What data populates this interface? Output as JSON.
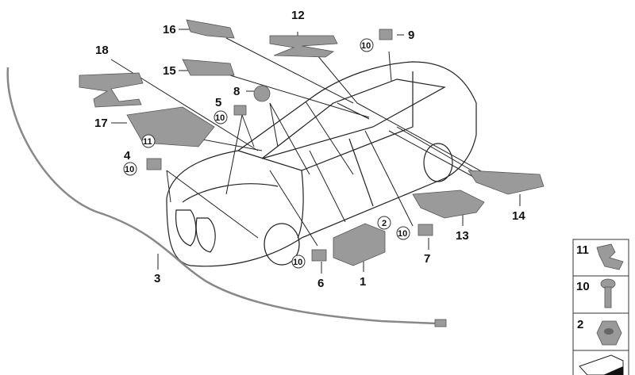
{
  "callouts": [
    {
      "id": "c1",
      "label": "1"
    },
    {
      "id": "c2",
      "label": "2"
    },
    {
      "id": "c3",
      "label": "3"
    },
    {
      "id": "c4",
      "label": "4"
    },
    {
      "id": "c5",
      "label": "5"
    },
    {
      "id": "c6",
      "label": "6"
    },
    {
      "id": "c7",
      "label": "7"
    },
    {
      "id": "c8",
      "label": "8"
    },
    {
      "id": "c9",
      "label": "9"
    },
    {
      "id": "c10",
      "label": "10"
    },
    {
      "id": "c11",
      "label": "11"
    },
    {
      "id": "c12",
      "label": "12"
    },
    {
      "id": "c13",
      "label": "13"
    },
    {
      "id": "c14",
      "label": "14"
    },
    {
      "id": "c15",
      "label": "15"
    },
    {
      "id": "c16",
      "label": "16"
    },
    {
      "id": "c17",
      "label": "17"
    },
    {
      "id": "c18",
      "label": "18"
    }
  ],
  "legend": [
    {
      "label": "11",
      "icon": "clip-nut-icon"
    },
    {
      "label": "10",
      "icon": "screw-icon"
    },
    {
      "label": "2",
      "icon": "hex-nut-icon"
    },
    {
      "label": "",
      "icon": "part-set-icon"
    }
  ]
}
